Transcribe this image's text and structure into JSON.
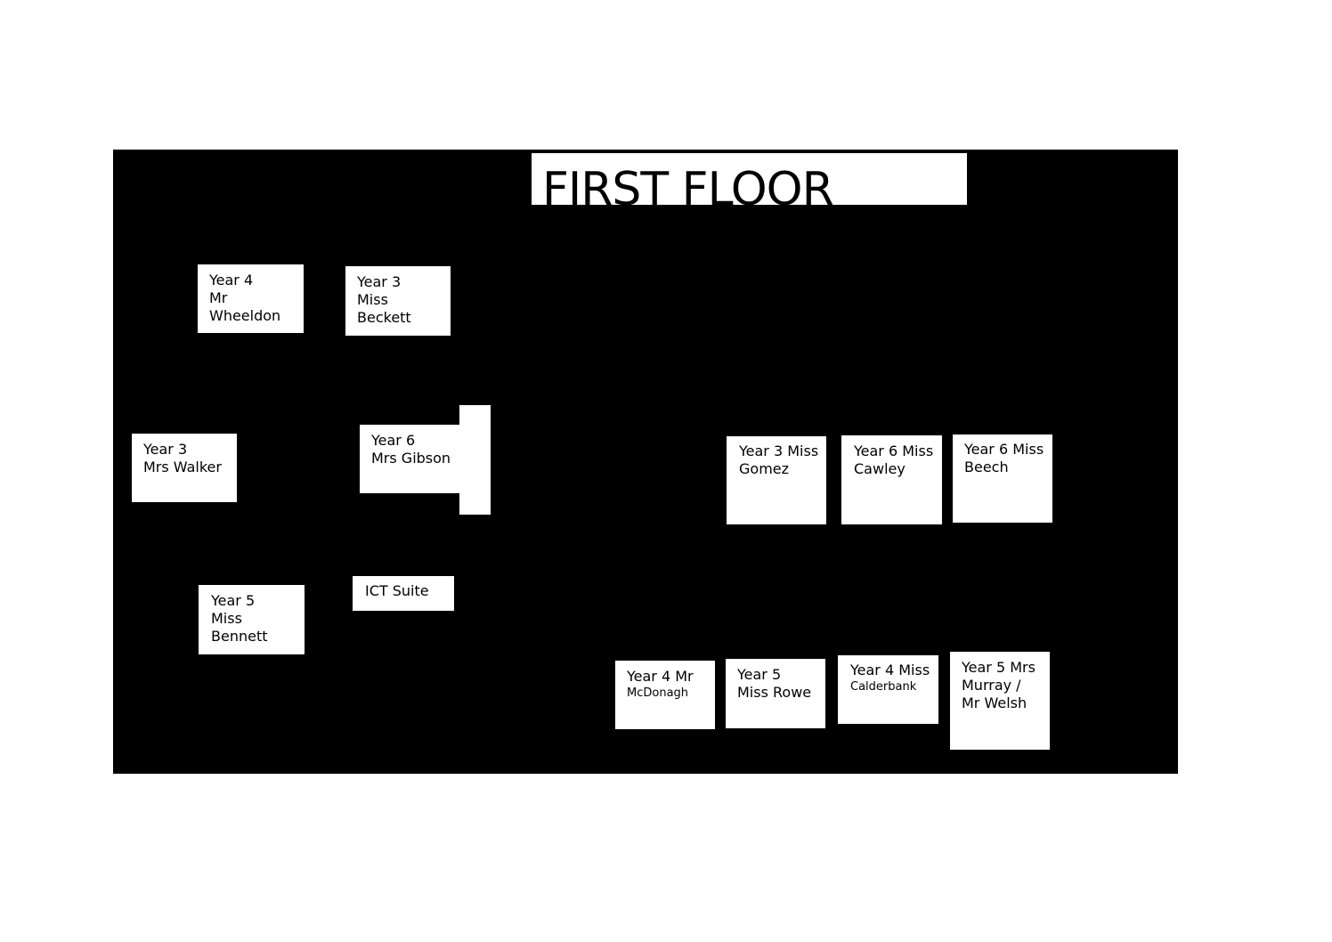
{
  "title": "FIRST FLOOR",
  "rooms": {
    "y4_wheeldon": "Year 4\nMr\nWheeldon",
    "y3_beckett": "Year 3\nMiss\nBeckett",
    "y3_walker": "Year 3\nMrs Walker",
    "y6_gibson": "Year 6\nMrs Gibson",
    "y5_bennett": "Year 5\nMiss\nBennett",
    "ict": "ICT Suite",
    "y3_gomez": "Year 3 Miss\nGomez",
    "y6_cawley": "Year 6 Miss\nCawley",
    "y6_beech": "Year 6 Miss\nBeech",
    "y4_mcdonagh_line1": "Year 4 Mr",
    "y4_mcdonagh_line2": "McDonagh",
    "y5_rowe": "Year 5\nMiss Rowe",
    "y4_calderbank_line1": "Year 4 Miss",
    "y4_calderbank_line2": "Calderbank",
    "y5_murray_welsh": "Year 5 Mrs\nMurray /\nMr Welsh"
  }
}
